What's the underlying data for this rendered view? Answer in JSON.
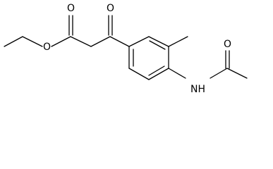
{
  "molecule": {
    "atoms": {
      "o_ester_carbonyl": "O",
      "o_ester_ether": "O",
      "o_ketone": "O",
      "n_amide": "NH",
      "o_amide": "O"
    },
    "colors": {
      "bond": "#000000",
      "label": "#000000",
      "background": "#ffffff"
    }
  }
}
